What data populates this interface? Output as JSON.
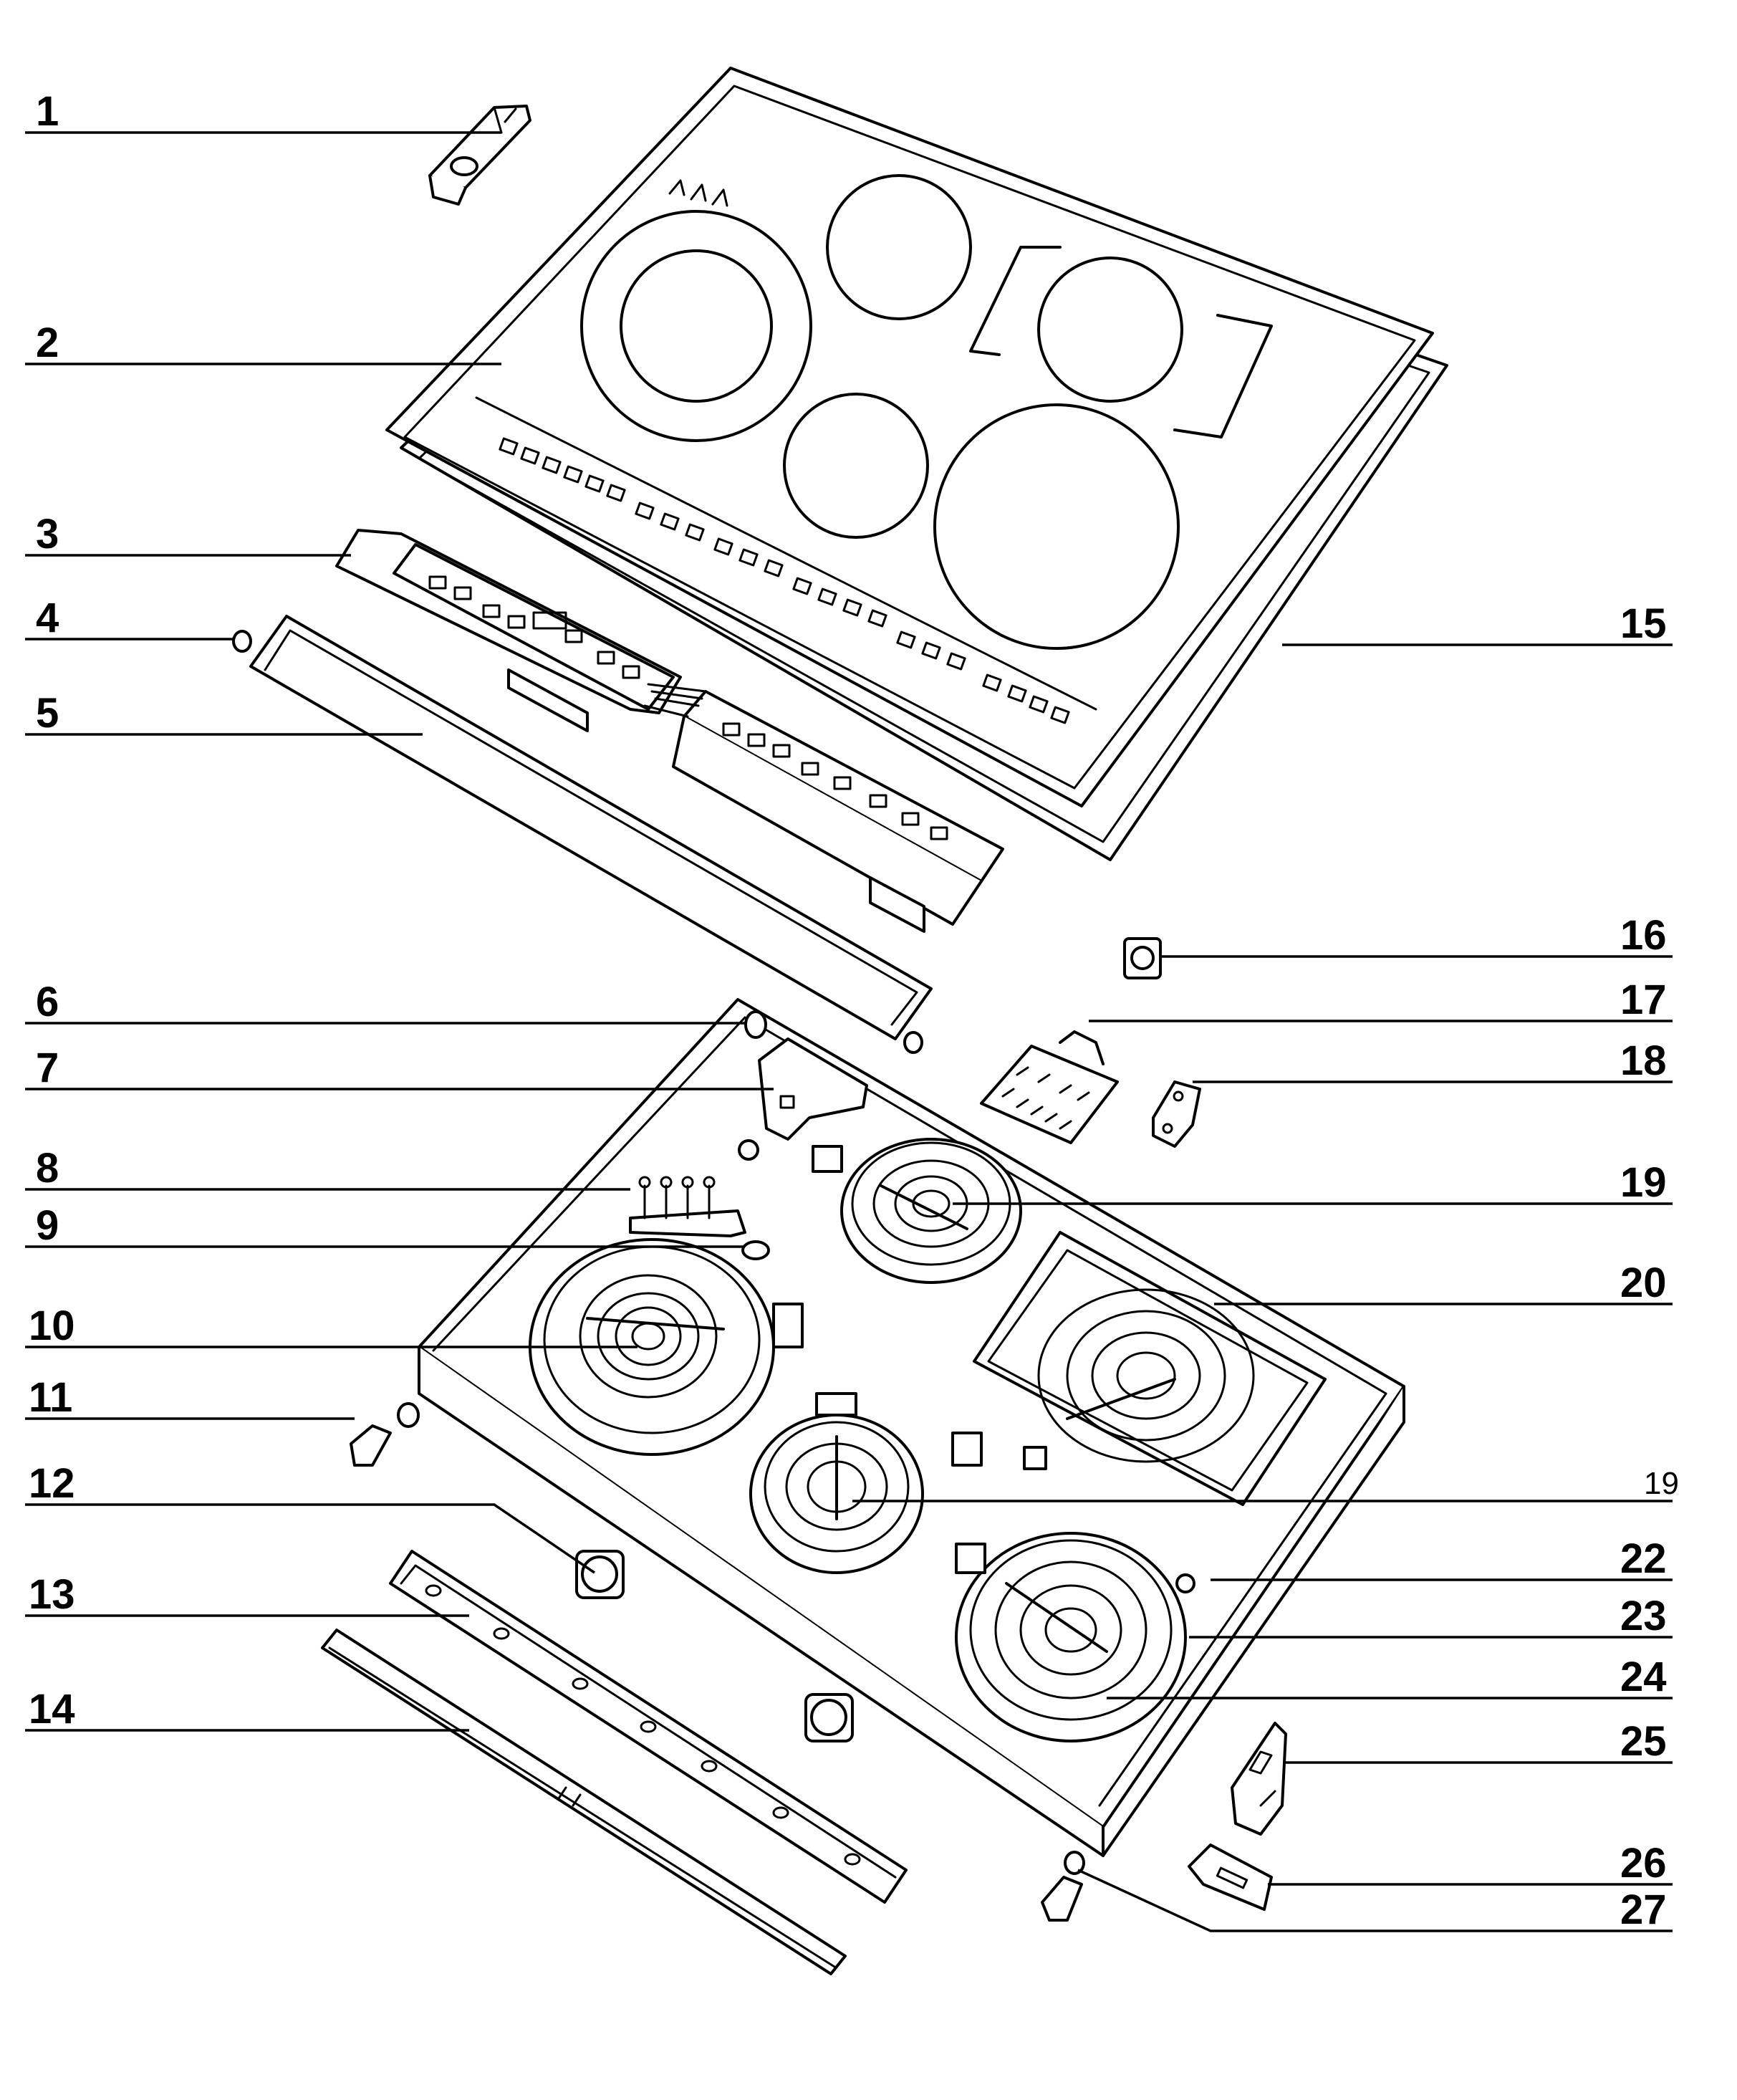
{
  "diagram": {
    "callouts": [
      {
        "id": "1",
        "label": "1",
        "side": "left",
        "bold": true
      },
      {
        "id": "2",
        "label": "2",
        "side": "left",
        "bold": true
      },
      {
        "id": "3",
        "label": "3",
        "side": "left",
        "bold": true
      },
      {
        "id": "4",
        "label": "4",
        "side": "left",
        "bold": true
      },
      {
        "id": "5",
        "label": "5",
        "side": "left",
        "bold": true
      },
      {
        "id": "6",
        "label": "6",
        "side": "left",
        "bold": true
      },
      {
        "id": "7",
        "label": "7",
        "side": "left",
        "bold": true
      },
      {
        "id": "8",
        "label": "8",
        "side": "left",
        "bold": true
      },
      {
        "id": "9",
        "label": "9",
        "side": "left",
        "bold": true
      },
      {
        "id": "10",
        "label": "10",
        "side": "left",
        "bold": true
      },
      {
        "id": "11",
        "label": "11",
        "side": "left",
        "bold": true
      },
      {
        "id": "12",
        "label": "12",
        "side": "left",
        "bold": true
      },
      {
        "id": "13",
        "label": "13",
        "side": "left",
        "bold": true
      },
      {
        "id": "14",
        "label": "14",
        "side": "left",
        "bold": true
      },
      {
        "id": "15",
        "label": "15",
        "side": "right",
        "bold": true
      },
      {
        "id": "16",
        "label": "16",
        "side": "right",
        "bold": true
      },
      {
        "id": "17",
        "label": "17",
        "side": "right",
        "bold": true
      },
      {
        "id": "18",
        "label": "18",
        "side": "right",
        "bold": true
      },
      {
        "id": "19a",
        "label": "19",
        "side": "right",
        "bold": true
      },
      {
        "id": "20",
        "label": "20",
        "side": "right",
        "bold": true
      },
      {
        "id": "19b",
        "label": "19",
        "side": "right",
        "bold": false
      },
      {
        "id": "22",
        "label": "22",
        "side": "right",
        "bold": true
      },
      {
        "id": "23",
        "label": "23",
        "side": "right",
        "bold": true
      },
      {
        "id": "24",
        "label": "24",
        "side": "right",
        "bold": true
      },
      {
        "id": "25",
        "label": "25",
        "side": "right",
        "bold": true
      },
      {
        "id": "26",
        "label": "26",
        "side": "right",
        "bold": true
      },
      {
        "id": "27",
        "label": "27",
        "side": "right",
        "bold": true
      }
    ]
  }
}
